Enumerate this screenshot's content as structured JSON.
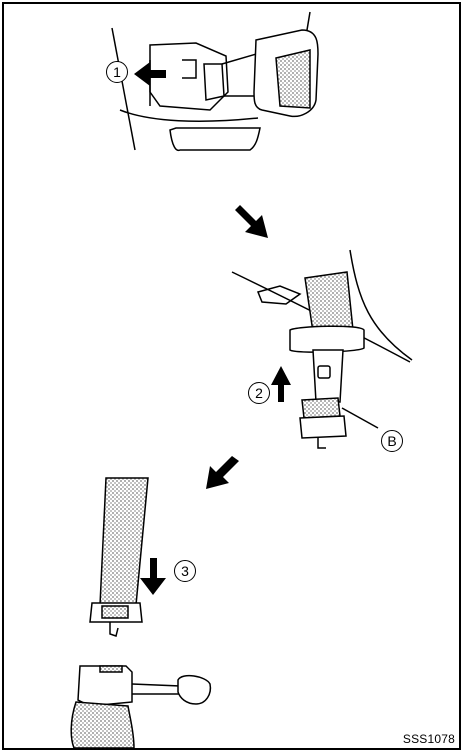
{
  "figure": {
    "code": "SSS1078",
    "colors": {
      "ink": "#000000",
      "paper": "#ffffff",
      "strap": "#cfcfcf"
    }
  },
  "steps": [
    {
      "id": "step-1",
      "label": "1",
      "arrow": "left-arrow-icon"
    },
    {
      "id": "step-2",
      "label": "2",
      "arrow": "up-arrow-icon"
    },
    {
      "id": "step-3",
      "label": "3",
      "arrow": "down-arrow-icon"
    }
  ],
  "callouts": [
    {
      "id": "callout-b",
      "label": "B"
    }
  ],
  "transitions": [
    {
      "id": "transition-1",
      "arrow": "down-right-arrow-icon"
    },
    {
      "id": "transition-2",
      "arrow": "down-left-arrow-icon"
    }
  ]
}
